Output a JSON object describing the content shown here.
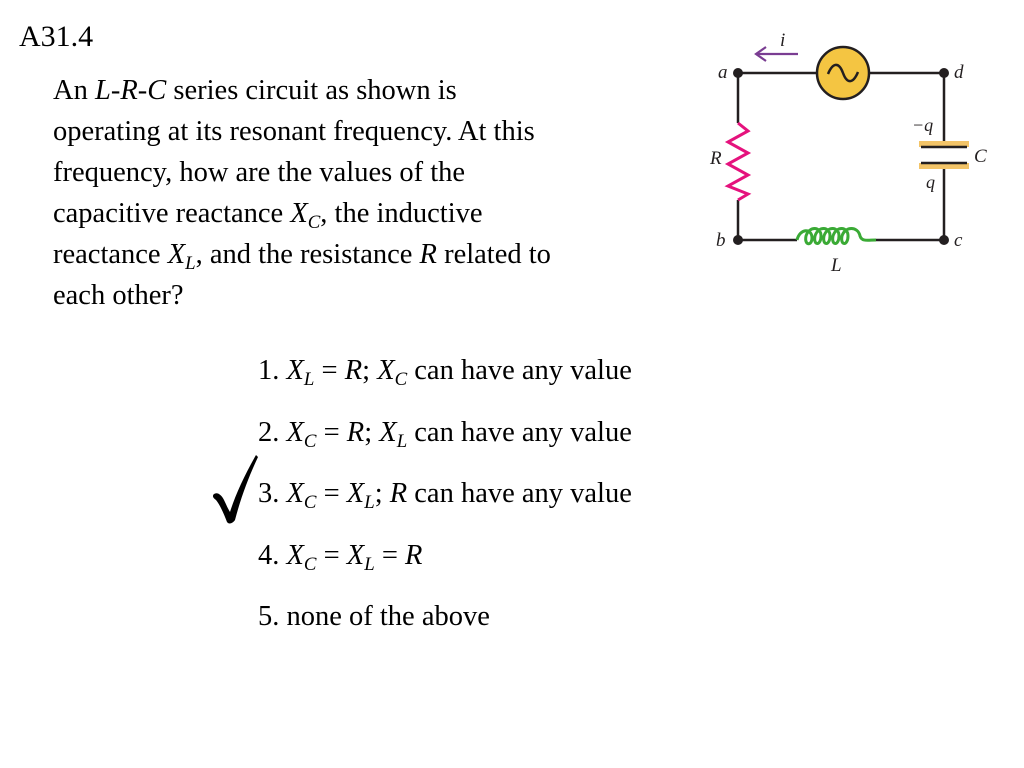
{
  "slide": {
    "id": "A31.4"
  },
  "question": {
    "lines": [
      [
        "An ",
        {
          "i": "L"
        },
        "-",
        {
          "i": "R"
        },
        "-",
        {
          "i": "C"
        },
        " series circuit as shown is"
      ],
      [
        "operating at its resonant frequency. At this"
      ],
      [
        "frequency, how are the values of the"
      ],
      [
        "capacitive reactance ",
        {
          "i": "X",
          "sub": "C"
        },
        ", the inductive"
      ],
      [
        "reactance ",
        {
          "i": "X",
          "sub": "L"
        },
        ", and the resistance ",
        {
          "i": "R"
        },
        " related to"
      ],
      [
        "each other?"
      ]
    ]
  },
  "answers": [
    {
      "parts": [
        "1. ",
        {
          "i": "X",
          "sub": "L"
        },
        " = ",
        {
          "i": "R"
        },
        "; ",
        {
          "i": "X",
          "sub": "C"
        },
        " can have any value"
      ],
      "correct": false
    },
    {
      "parts": [
        "2. ",
        {
          "i": "X",
          "sub": "C"
        },
        " = ",
        {
          "i": "R"
        },
        "; ",
        {
          "i": "X",
          "sub": "L"
        },
        " can have any value"
      ],
      "correct": false
    },
    {
      "parts": [
        "3. ",
        {
          "i": "X",
          "sub": "C"
        },
        " = ",
        {
          "i": "X",
          "sub": "L"
        },
        "; ",
        {
          "i": "R"
        },
        " can have any value"
      ],
      "correct": true
    },
    {
      "parts": [
        "4. ",
        {
          "i": "X",
          "sub": "C"
        },
        " = ",
        {
          "i": "X",
          "sub": "L"
        },
        " = ",
        {
          "i": "R"
        }
      ],
      "correct": false
    },
    {
      "parts": [
        "5. none of the above"
      ],
      "correct": false
    }
  ],
  "checkmark_icon": "checkmark-icon",
  "circuit": {
    "labels": {
      "current": "i",
      "node_a": "a",
      "node_b": "b",
      "node_c": "c",
      "node_d": "d",
      "resistor": "R",
      "capacitor": "C",
      "inductor": "L",
      "charge_top": "−q",
      "charge_bottom": "q"
    },
    "colors": {
      "wire": "#231f20",
      "resistor": "#e5127d",
      "inductor": "#3aaa35",
      "capacitor_plate": "#f3c468",
      "source_fill": "#f4c542",
      "current_arrow": "#7a3d92"
    }
  }
}
